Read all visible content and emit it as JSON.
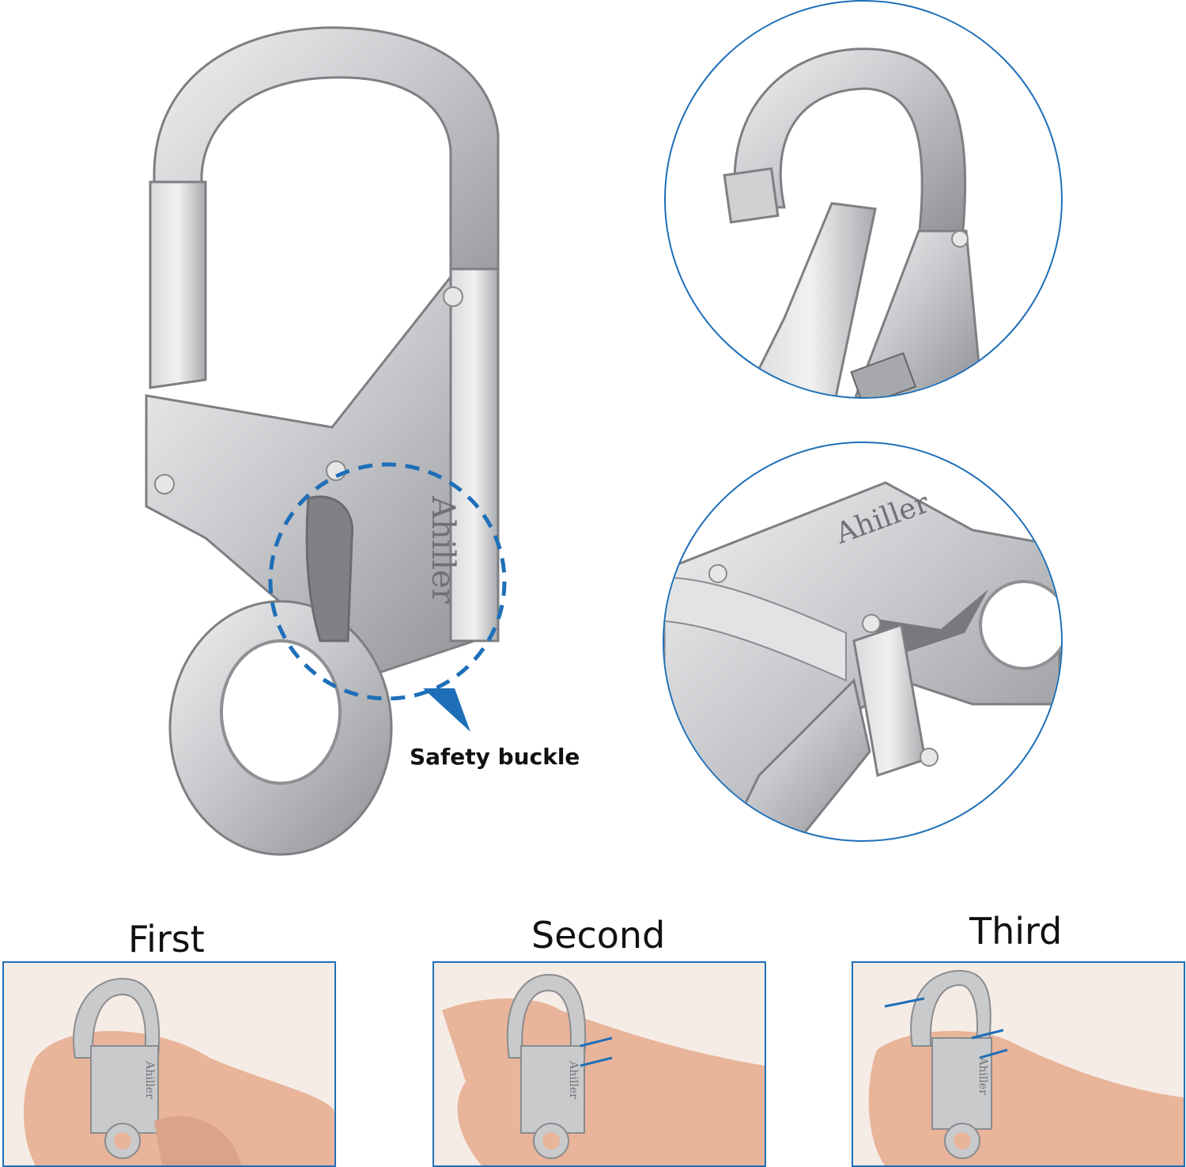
{
  "main_image": {
    "brand_engraving": "Ahiller",
    "callout_label": "Safety buckle"
  },
  "detail_top": {
    "brand_engraving": ""
  },
  "detail_bottom": {
    "brand_engraving": "Ahiller"
  },
  "steps": [
    {
      "label": "First",
      "brand_engraving": "Ahiller"
    },
    {
      "label": "Second",
      "brand_engraving": "Ahiller"
    },
    {
      "label": "Third",
      "brand_engraving": "Ahiller"
    }
  ],
  "colors": {
    "accent_blue": "#1e6fb8",
    "metal": "#c9cacc",
    "skin": "#e8b49a",
    "step_bg": "#f6ece6"
  }
}
